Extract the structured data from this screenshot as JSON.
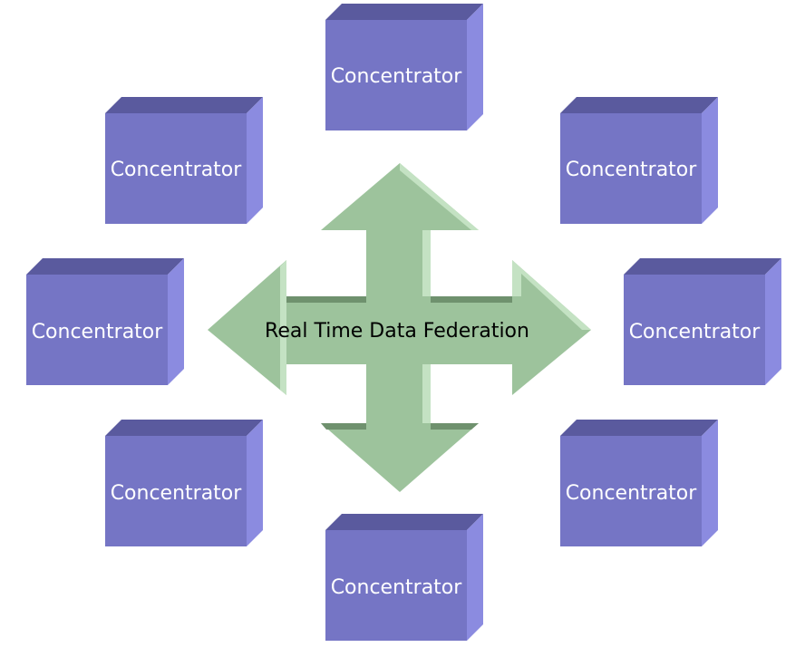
{
  "diagram": {
    "center": {
      "label": "Real Time Data Federation"
    },
    "nodes": [
      {
        "id": "top",
        "label": "Concentrator"
      },
      {
        "id": "upper-left",
        "label": "Concentrator"
      },
      {
        "id": "upper-right",
        "label": "Concentrator"
      },
      {
        "id": "left",
        "label": "Concentrator"
      },
      {
        "id": "right",
        "label": "Concentrator"
      },
      {
        "id": "lower-left",
        "label": "Concentrator"
      },
      {
        "id": "lower-right",
        "label": "Concentrator"
      },
      {
        "id": "bottom",
        "label": "Concentrator"
      }
    ]
  },
  "colors": {
    "box_front": "#7575C5",
    "box_top": "#5A5A9E",
    "box_side": "#8B8BE0",
    "arrow_fill": "#9DC39C",
    "arrow_light": "#C4E2C3",
    "arrow_dark": "#6F916E"
  }
}
